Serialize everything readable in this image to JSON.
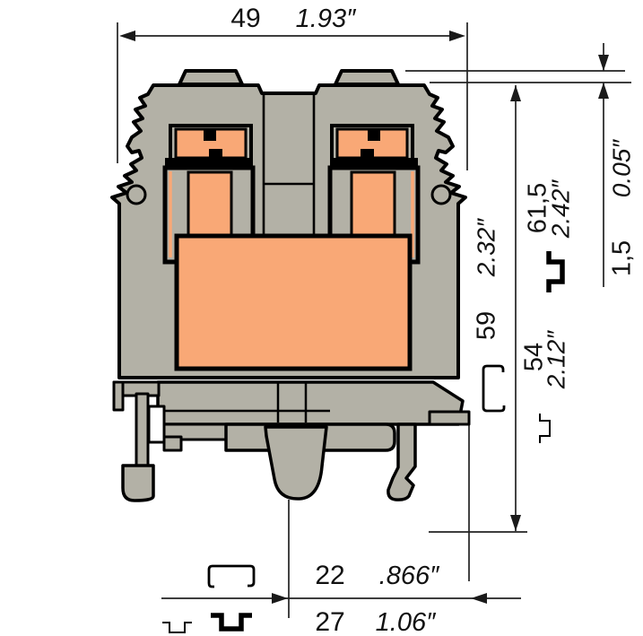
{
  "drawing": {
    "type": "terminal-block-cross-section-dimension-drawing",
    "colors": {
      "body_gray": "#b3b1a6",
      "clamp_orange": "#f9a876",
      "outline": "#000000",
      "dimension_lines": "#222222"
    },
    "dims": {
      "overall_width": {
        "mm": "49",
        "inch": "1.93″"
      },
      "screw_protrusion": {
        "mm": "1,5",
        "inch": "0.05″"
      },
      "height_tophat": {
        "mm": "61,5",
        "inch": "2.42″"
      },
      "height_g_rail": {
        "mm": "59",
        "inch": "2.32″"
      },
      "height_low_rail": {
        "mm": "54",
        "inch": "2.12″"
      },
      "offset_g_rail": {
        "mm": "22",
        "inch": ".866″"
      },
      "offset_tophat": {
        "mm": "27",
        "inch": "1.06″"
      }
    },
    "rail_symbols": [
      "g-rail",
      "top-hat-rail",
      "top-hat-rail-thin"
    ]
  }
}
